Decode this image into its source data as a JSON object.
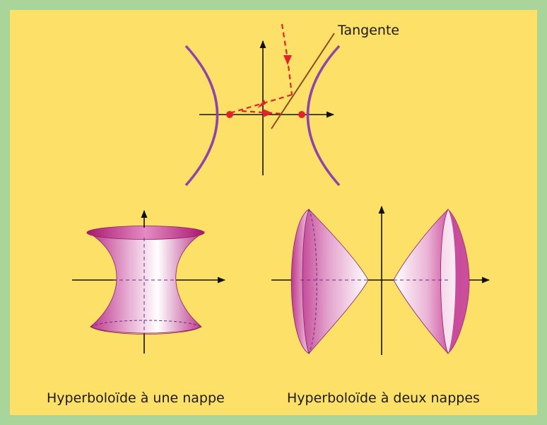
{
  "labels": {
    "tangent": "Tangente",
    "caption_one_sheet": "Hyperboloïde à une nappe",
    "caption_two_sheets": "Hyperboloïde à deux nappes"
  },
  "colors": {
    "border": "#a9d49a",
    "background": "#fde067",
    "hyperbola": "#8e44a8",
    "tangent_line": "#8b4a22",
    "ray": "#e0242a",
    "surface_dark": "#b0207a",
    "surface_light": "#ffffff"
  }
}
